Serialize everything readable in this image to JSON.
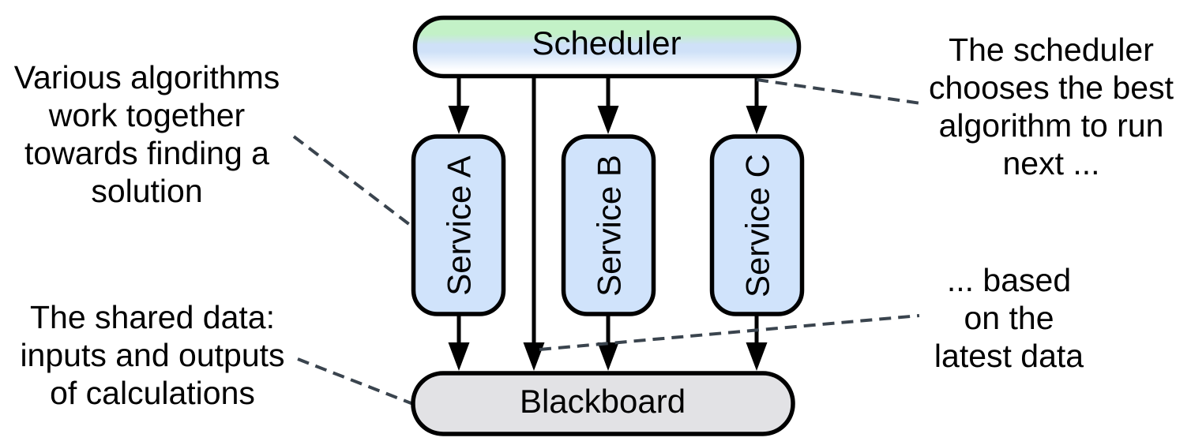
{
  "nodes": {
    "scheduler": {
      "label": "Scheduler"
    },
    "service_a": {
      "label": "Service A"
    },
    "service_b": {
      "label": "Service B"
    },
    "service_c": {
      "label": "Service C"
    },
    "blackboard": {
      "label": "Blackboard"
    }
  },
  "annotations": {
    "top_left": "Various algorithms\nwork together\ntowards finding a\nsolution",
    "bottom_left": "The shared data:\ninputs and outputs\nof calculations",
    "top_right": "The scheduler\nchooses the best\nalgorithm to run\nnext ...",
    "bottom_right": "... based\non the\nlatest data"
  },
  "colors": {
    "scheduler_gradient_top": "#c3f1c7",
    "scheduler_gradient_mid": "#cfe1f8",
    "scheduler_gradient_bottom": "#ffffff",
    "service_fill": "#d0e3fb",
    "blackboard_fill": "#e2e2e5",
    "node_border": "#000000",
    "arrow": "#000000",
    "dashed_connector": "#3a444e",
    "background": "#ffffff"
  }
}
